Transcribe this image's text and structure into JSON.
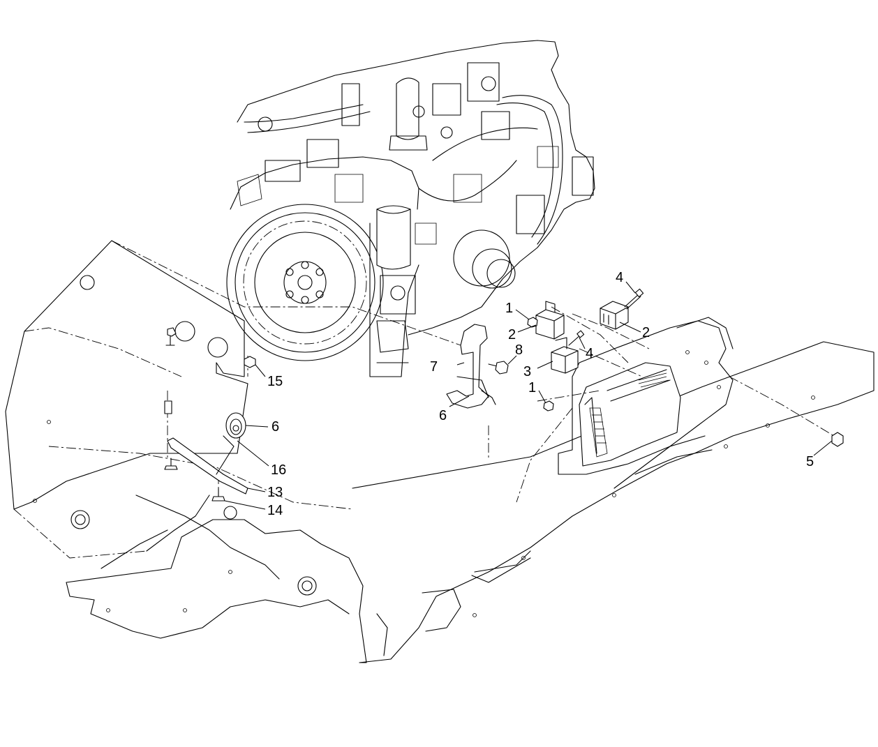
{
  "callouts": [
    {
      "id": "c1a",
      "text": "1"
    },
    {
      "id": "c1b",
      "text": "1"
    },
    {
      "id": "c2a",
      "text": "2"
    },
    {
      "id": "c2b",
      "text": "2"
    },
    {
      "id": "c3",
      "text": "3"
    },
    {
      "id": "c4a",
      "text": "4"
    },
    {
      "id": "c4b",
      "text": "4"
    },
    {
      "id": "c5",
      "text": "5"
    },
    {
      "id": "c6a",
      "text": "6"
    },
    {
      "id": "c6b",
      "text": "6"
    },
    {
      "id": "c7",
      "text": "7"
    },
    {
      "id": "c8",
      "text": "8"
    },
    {
      "id": "c13",
      "text": "13"
    },
    {
      "id": "c14",
      "text": "14"
    },
    {
      "id": "c15",
      "text": "15"
    },
    {
      "id": "c16",
      "text": "16"
    }
  ]
}
